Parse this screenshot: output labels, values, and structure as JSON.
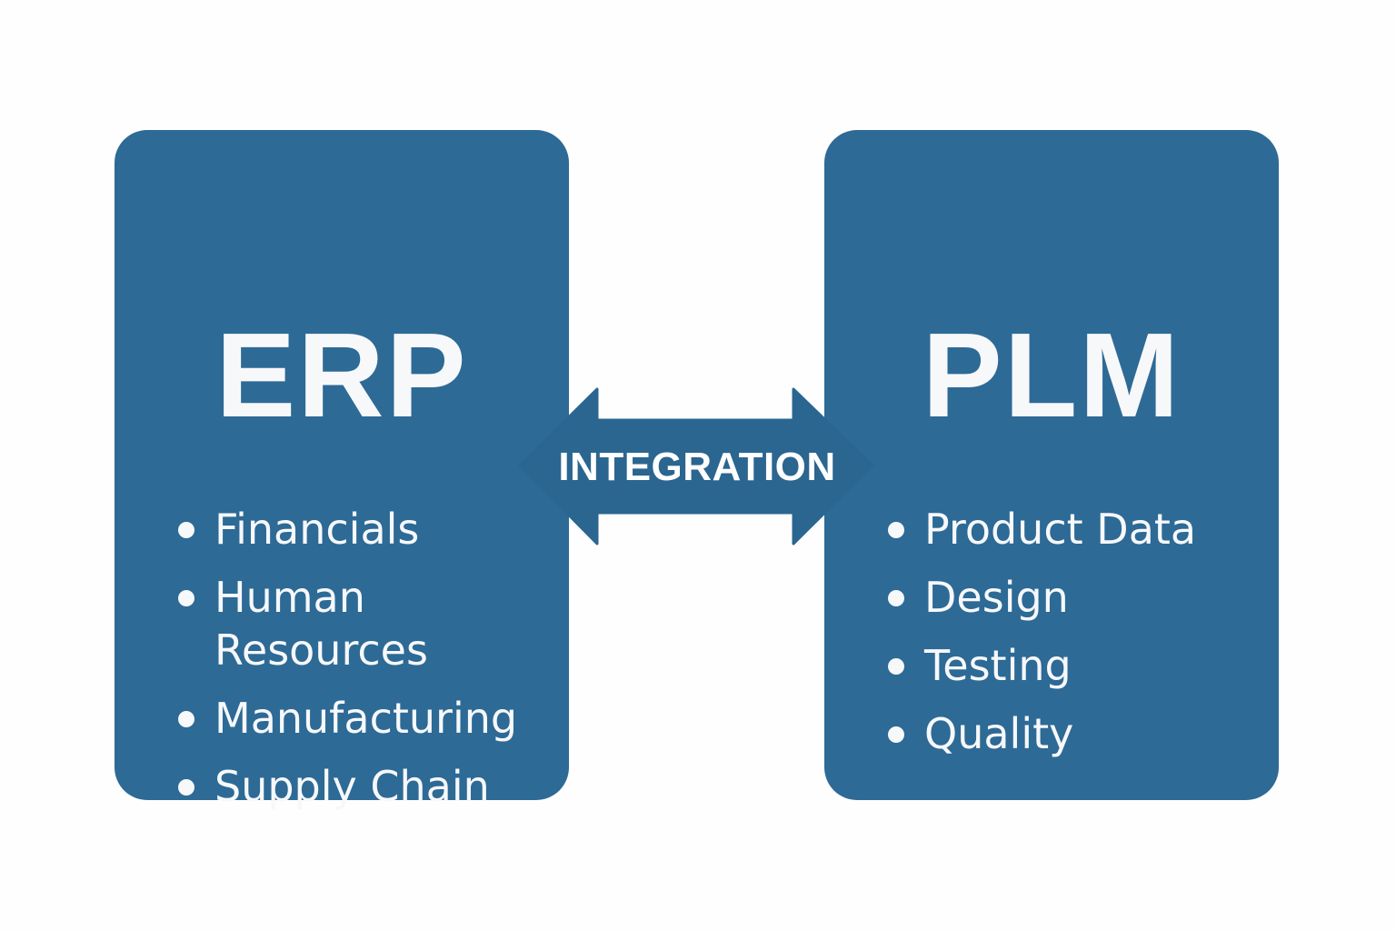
{
  "erp": {
    "title": "ERP",
    "items": [
      "Financials",
      "Human Resources",
      "Manufacturing",
      "Supply Chain"
    ]
  },
  "plm": {
    "title": "PLM",
    "items": [
      "Product Data",
      "Design",
      "Testing",
      "Quality"
    ]
  },
  "integration": {
    "label": "INTEGRATION",
    "icon": "double-arrow-icon"
  },
  "colors": {
    "box": "#2d6a96",
    "arrow": "#2a6690",
    "text": "#f7f8fa"
  }
}
